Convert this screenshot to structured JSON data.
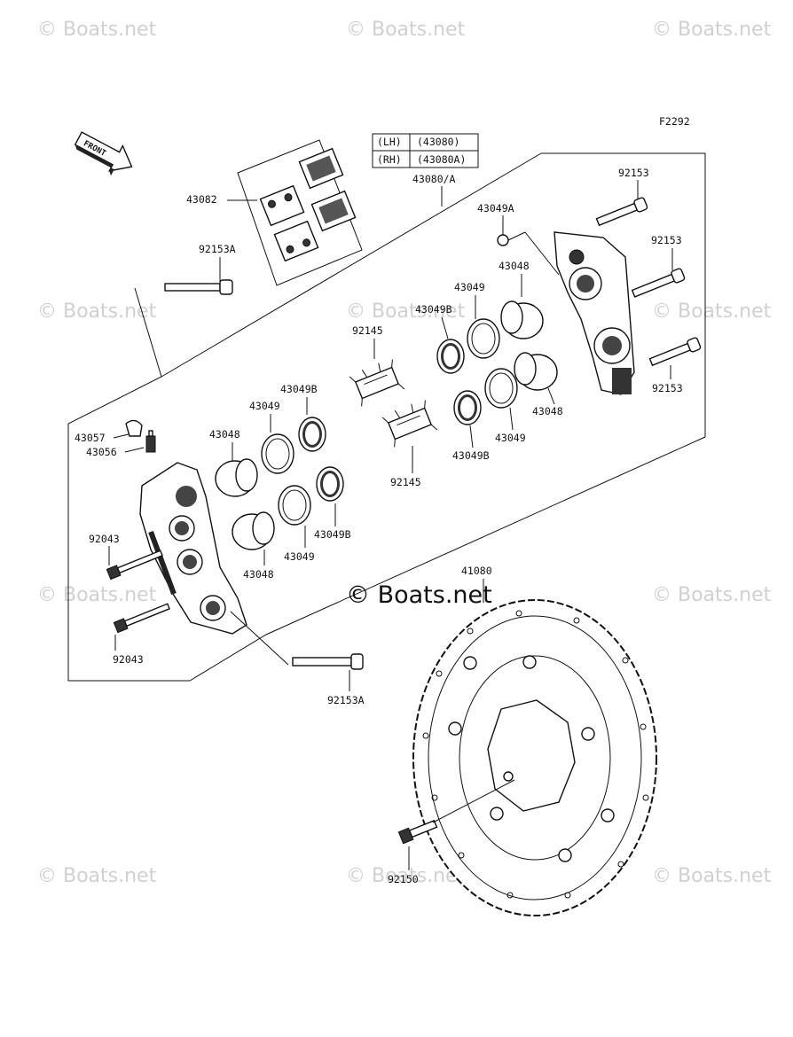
{
  "figure_code": "F2292",
  "front_label": "FRONT",
  "caliper_table": {
    "rows": [
      {
        "side": "(LH)",
        "part": "(43080)"
      },
      {
        "side": "(RH)",
        "part": "(43080A)"
      }
    ],
    "assembly_label": "43080/A"
  },
  "labels": {
    "pads": "43082",
    "bolt_upper": "92153A",
    "washer_a": "43049A",
    "bolt_r1": "92153",
    "bolt_r2": "92153",
    "bolt_r3": "92153",
    "piston_r_top": "43048",
    "seal_r_top": "43049",
    "seal_r_top_b": "43049B",
    "spring_top": "92145",
    "piston_r_bot": "43048",
    "seal_r_bot": "43049",
    "seal_r_bot_b": "43049B",
    "spring_bot": "92145",
    "seal_l_top_b": "43049B",
    "seal_l_top": "43049",
    "piston_l_top": "43048",
    "cap": "43057",
    "bleeder": "43056",
    "bolt_l1": "92043",
    "bolt_l2": "92043",
    "seal_l_bot_b": "43049B",
    "seal_l_bot": "43049",
    "piston_l_bot": "43048",
    "bolt_lower": "92153A",
    "disc": "41080",
    "disc_bolt": "92150"
  },
  "watermark": "© Boats.net",
  "center_watermark": "© Boats.net"
}
